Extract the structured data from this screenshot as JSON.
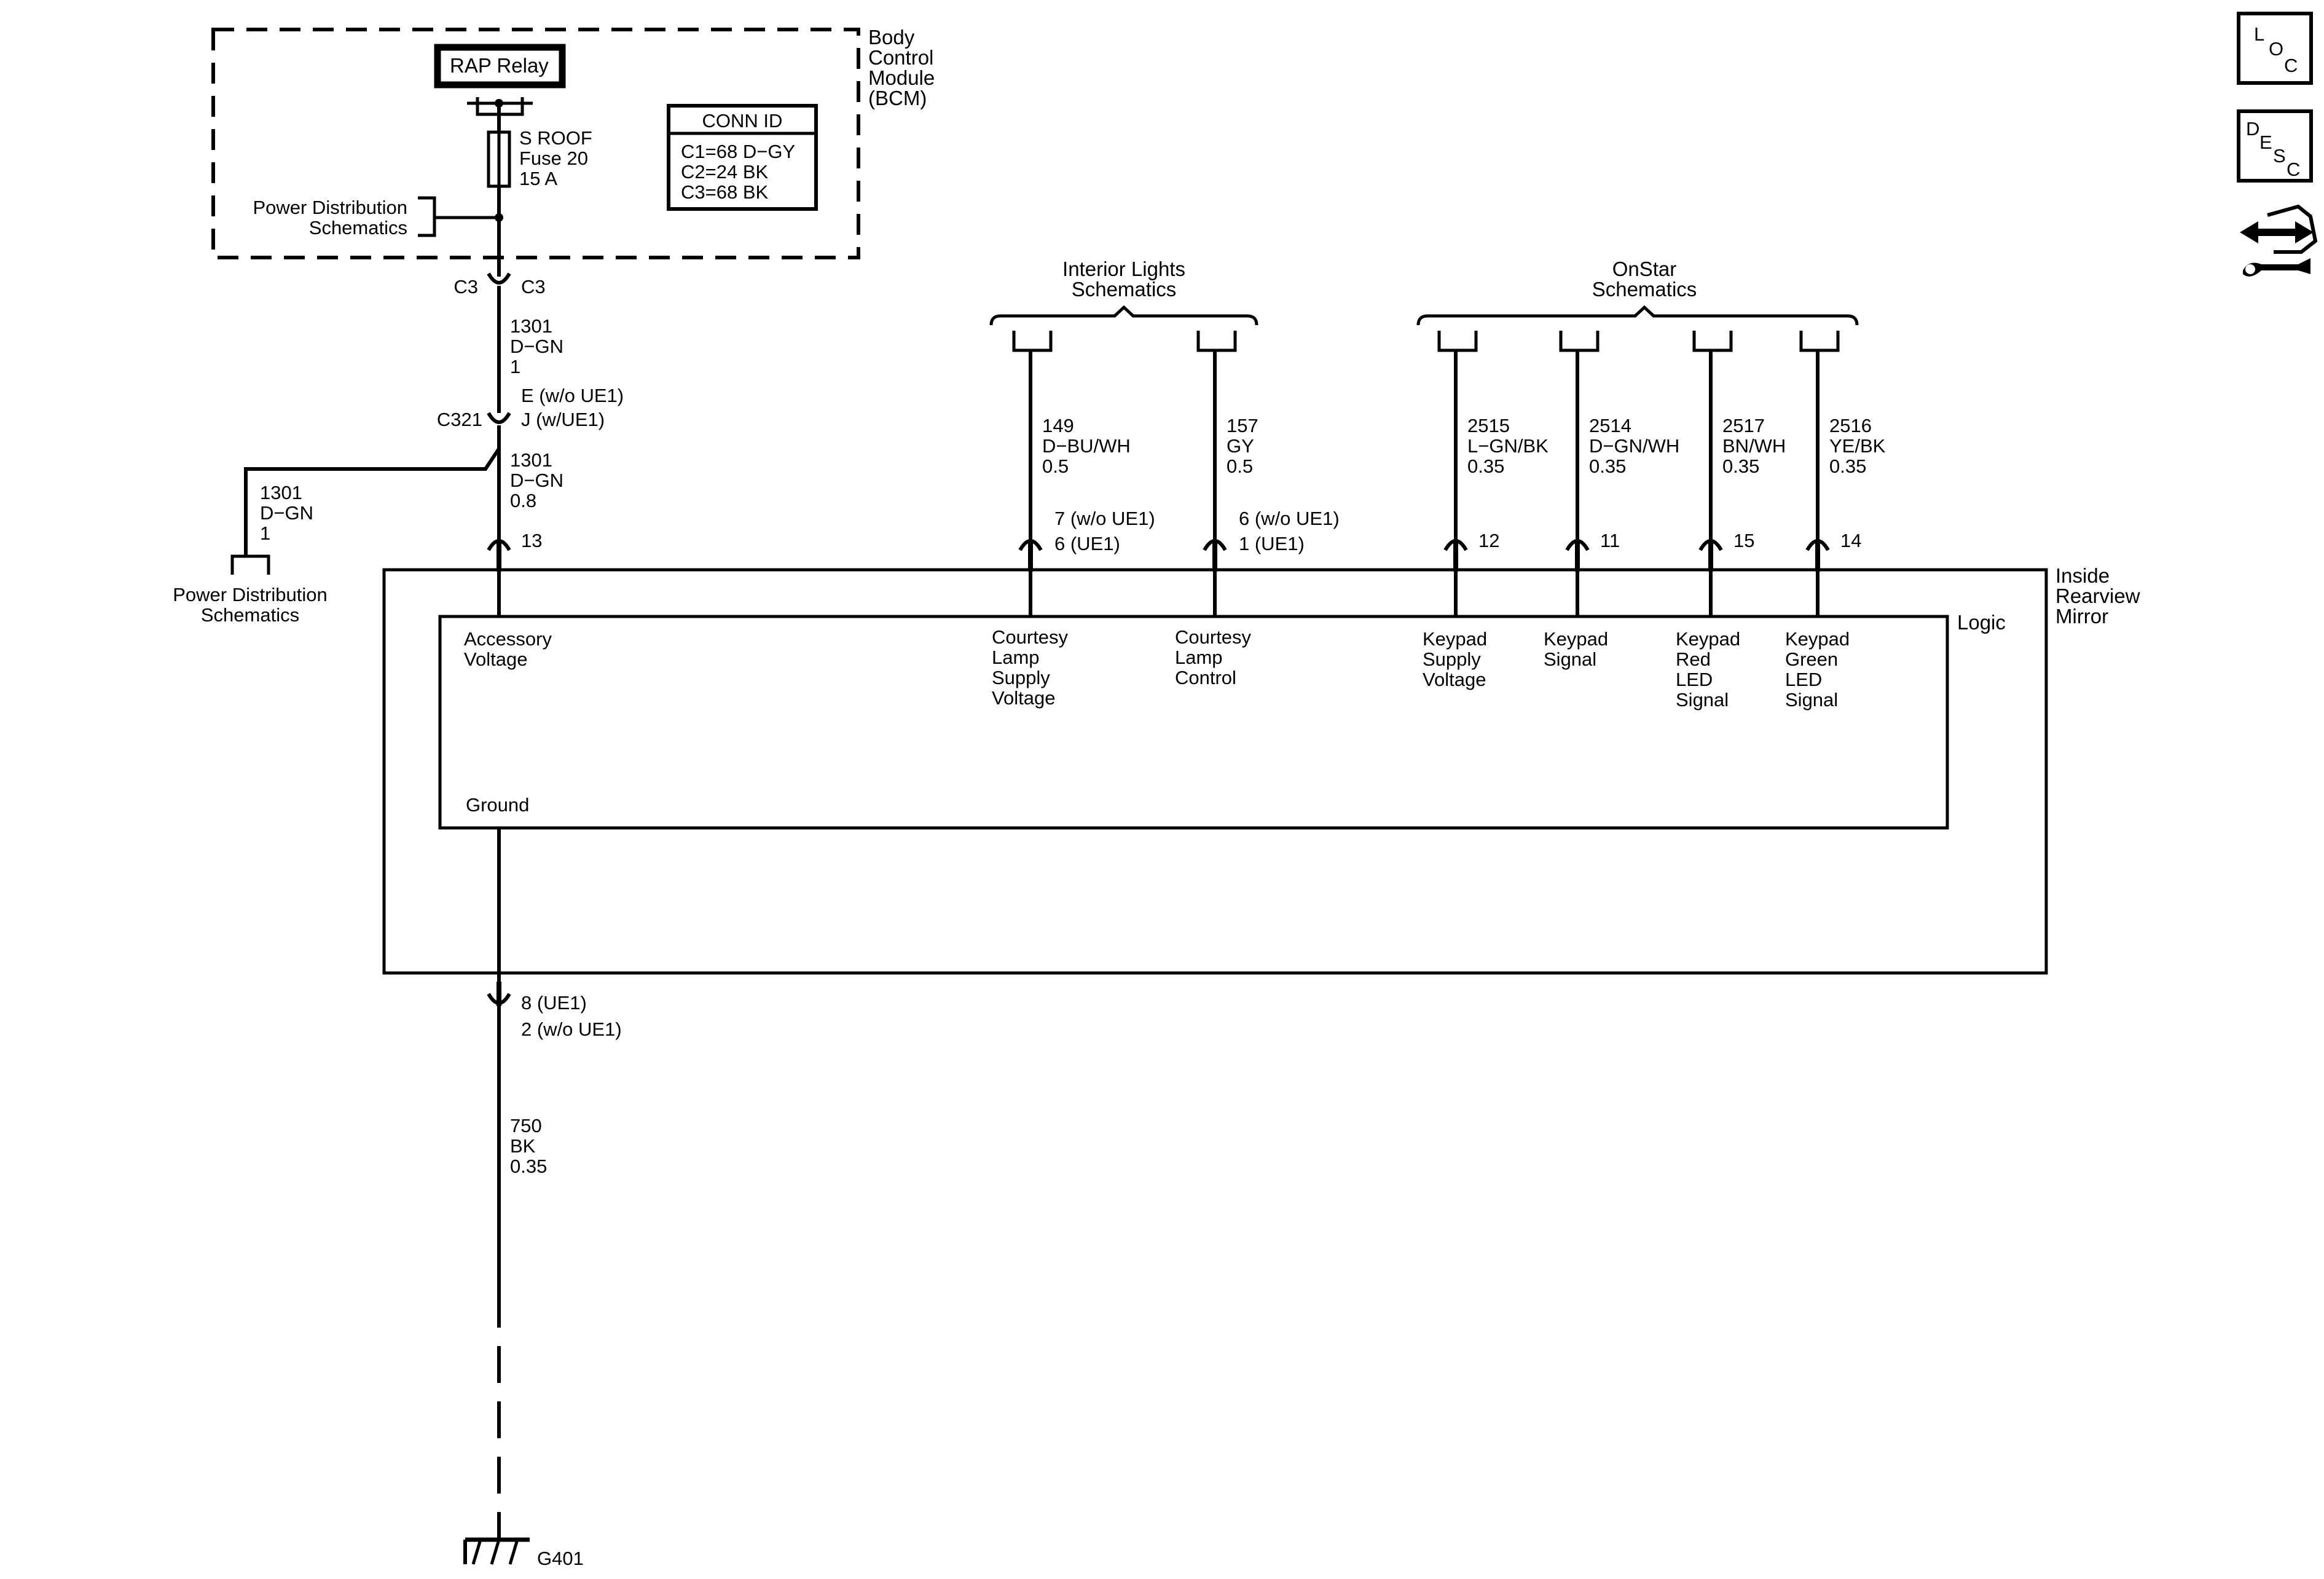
{
  "bcm": {
    "name_lines": [
      "Body",
      "Control",
      "Module",
      "(BCM)"
    ],
    "relay": "RAP Relay",
    "fuse_lines": [
      "S ROOF",
      "Fuse 20",
      "15 A"
    ],
    "power_dist_lines": [
      "Power Distribution",
      "Schematics"
    ],
    "conn_id": {
      "title": "CONN ID",
      "rows": [
        "C1=68 D−GY",
        "C2=24 BK",
        "C3=68 BK"
      ]
    }
  },
  "connectors": {
    "c3_left": "C3",
    "c3_right": "C3",
    "c321": "C321",
    "c321_pins": [
      "E (w/o UE1)",
      "J (w/UE1)"
    ]
  },
  "wires": {
    "w1301_top": [
      "1301",
      "D−GN",
      "1"
    ],
    "w1301_mid": [
      "1301",
      "D−GN",
      "0.8"
    ],
    "w1301_branch": [
      "1301",
      "D−GN",
      "1"
    ],
    "w750": [
      "750",
      "BK",
      "0.35"
    ]
  },
  "power_dist_left": [
    "Power Distribution",
    "Schematics"
  ],
  "interior_lights": {
    "title_lines": [
      "Interior Lights",
      "Schematics"
    ],
    "wires": [
      {
        "circuit": [
          "149",
          "D−BU/WH",
          "0.5"
        ],
        "pins": [
          "7 (w/o UE1)",
          "6 (UE1)"
        ],
        "func": [
          "Courtesy",
          "Lamp",
          "Supply",
          "Voltage"
        ]
      },
      {
        "circuit": [
          "157",
          "GY",
          "0.5"
        ],
        "pins": [
          "6 (w/o UE1)",
          "1 (UE1)"
        ],
        "func": [
          "Courtesy",
          "Lamp",
          "Control"
        ]
      }
    ]
  },
  "onstar": {
    "title_lines": [
      "OnStar",
      "Schematics"
    ],
    "wires": [
      {
        "circuit": [
          "2515",
          "L−GN/BK",
          "0.35"
        ],
        "pin": "12",
        "func": [
          "Keypad",
          "Supply",
          "Voltage"
        ]
      },
      {
        "circuit": [
          "2514",
          "D−GN/WH",
          "0.35"
        ],
        "pin": "11",
        "func": [
          "Keypad",
          "Signal"
        ]
      },
      {
        "circuit": [
          "2517",
          "BN/WH",
          "0.35"
        ],
        "pin": "15",
        "func": [
          "Keypad",
          "Red",
          "LED",
          "Signal"
        ]
      },
      {
        "circuit": [
          "2516",
          "YE/BK",
          "0.35"
        ],
        "pin": "14",
        "func": [
          "Keypad",
          "Green",
          "LED",
          "Signal"
        ]
      }
    ]
  },
  "mirror": {
    "name_lines": [
      "Inside",
      "Rearview",
      "Mirror"
    ],
    "logic": "Logic",
    "accessory_pin": "13",
    "accessory_lines": [
      "Accessory",
      "Voltage"
    ],
    "ground": "Ground",
    "ground_pins": [
      "8 (UE1)",
      "2 (w/o UE1)"
    ]
  },
  "ground_id": "G401",
  "nav": {
    "loc": [
      "L",
      "O",
      "C"
    ],
    "desc": [
      "D",
      "E",
      "S",
      "C"
    ],
    "tool_icon": "connector-tool-icon"
  }
}
